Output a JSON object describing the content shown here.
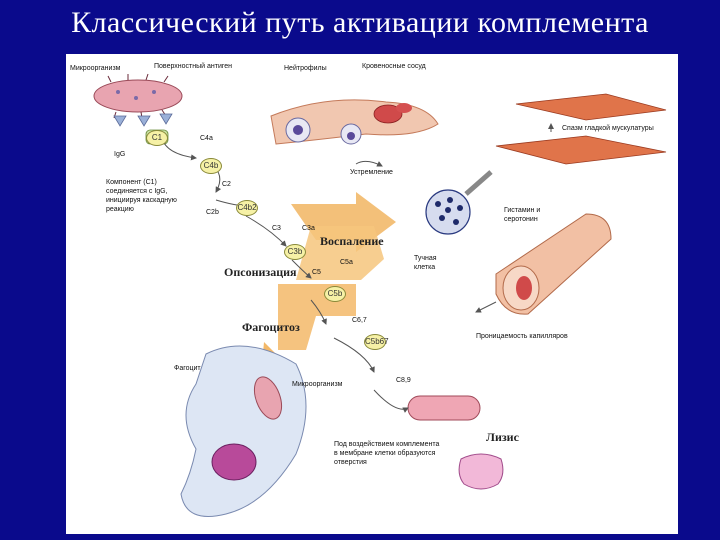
{
  "title": "Классический путь активации комплемента",
  "labels": {
    "microorganism_top": "Микроорганизм",
    "surface_antigen": "Поверхностный антиген",
    "neutrophils": "Нейтрофилы",
    "blood_vessel": "Кровеносные сосуд",
    "smooth_muscle": "Спазм гладкой мускулатуры",
    "igg": "IgG",
    "complex_note_1": "Компонент (С1)",
    "complex_note_2": "соединяется с IgG,",
    "complex_note_3": "инициируя каскадную",
    "complex_note_4": "реакцию",
    "attraction": "Устремление",
    "histamine_1": "Гистамин и",
    "histamine_2": "серотонин",
    "mast_cell_1": "Тучная",
    "mast_cell_2": "клетка",
    "capillary_permeability": "Проницаемость капилляров",
    "phagocyte": "Фагоцит",
    "microorganism_bottom": "Микроорганизм",
    "lysis_note_1": "Под воздействием комплемента",
    "lysis_note_2": "в мембране клетки образуются",
    "lysis_note_3": "отверстия"
  },
  "process_labels": {
    "inflammation": "Воспаление",
    "opsonization": "Опсонизация",
    "phagocytosis": "Фагоцитоз",
    "lysis": "Лизис"
  },
  "components": {
    "c1": "C1",
    "c4a": "C4a",
    "c4b": "C4b",
    "c2": "C2",
    "c2b": "C2b",
    "c4b2": "C4b2",
    "c3": "C3",
    "c3a": "C3a",
    "c3b": "C3b",
    "c5": "C5",
    "c5a": "C5a",
    "c5b": "C5b",
    "c67": "C6,7",
    "c5b67": "C5b67",
    "c89": "C8,9"
  }
}
